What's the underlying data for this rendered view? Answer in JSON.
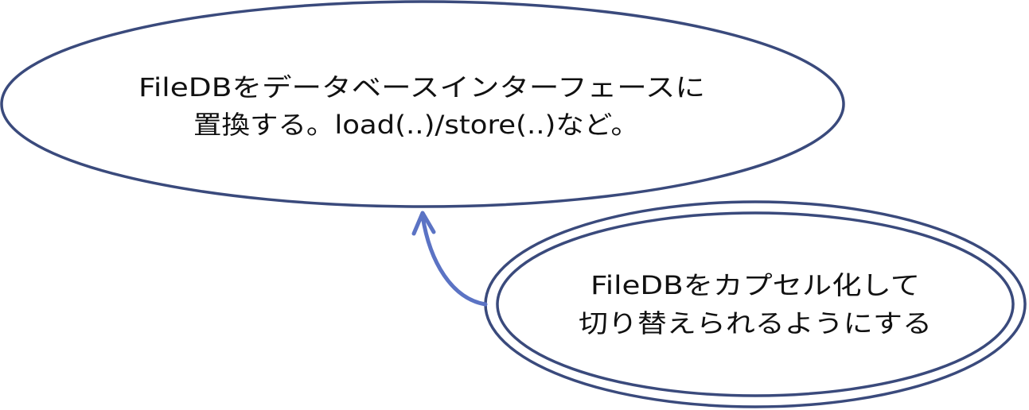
{
  "nodes": {
    "top": {
      "lines": [
        "FileDBをデータベースインターフェースに",
        "置換する。load(..)/store(..)など。"
      ]
    },
    "bottom": {
      "lines": [
        "FileDBをカプセル化して",
        "切り替えられるようにする"
      ]
    }
  },
  "colors": {
    "ellipse_stroke": "#3a4a7c",
    "arrow": "#5b73c4",
    "text": "#111111",
    "background": "#ffffff"
  }
}
